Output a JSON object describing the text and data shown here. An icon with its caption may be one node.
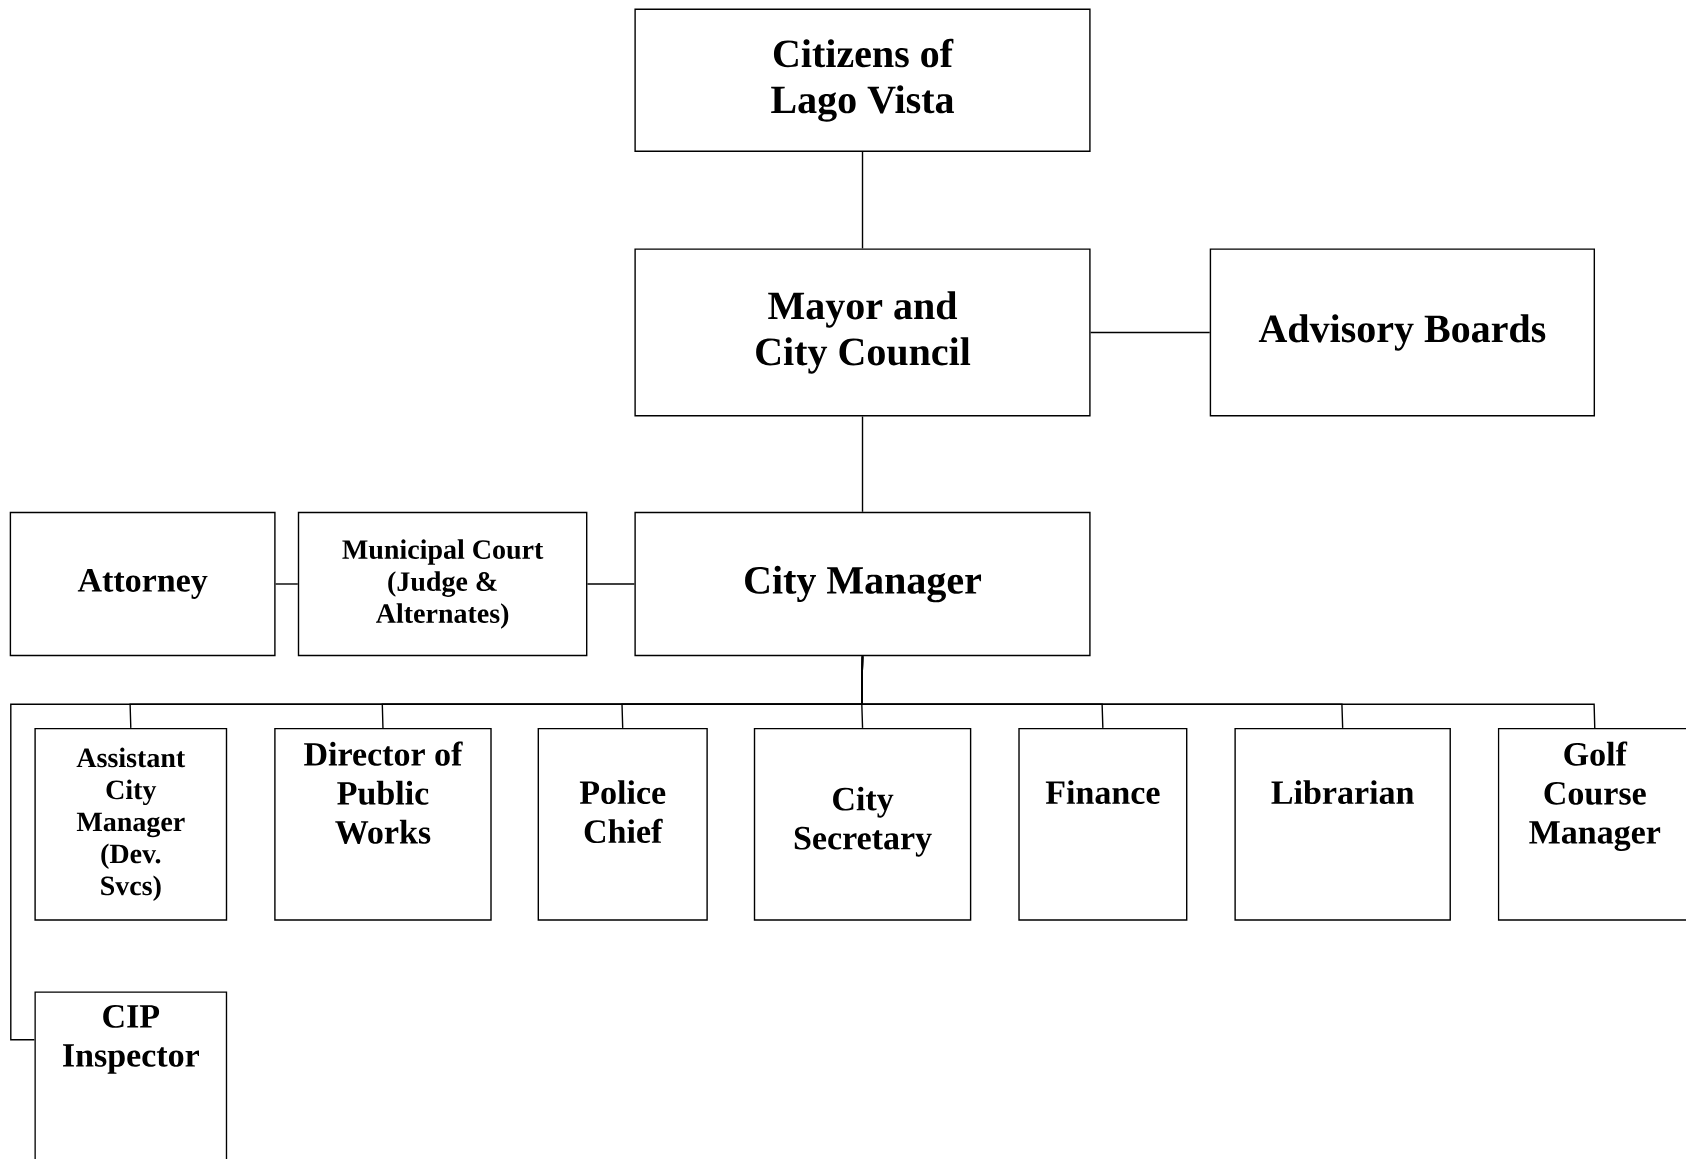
{
  "diagram": {
    "nodes": [
      {
        "text": [
          "Citizens of Lago Vista"
        ]
      },
      {
        "text": [
          "Mayor and City Council"
        ]
      },
      {
        "text": [
          "Advisory Boards"
        ]
      },
      {
        "text": [
          "Attorney"
        ]
      },
      {
        "text": [
          "Municipal Court (Judge & Alternates)"
        ]
      },
      {
        "text": [
          "City Manager"
        ]
      },
      {
        "text": [
          "Assistant City Manager (Dev. Svcs)"
        ]
      },
      {
        "text": [
          "Director of Public Works"
        ]
      },
      {
        "text": [
          "Police Chief"
        ]
      },
      {
        "text": [
          "City Secretary"
        ]
      },
      {
        "text": [
          "Finance"
        ]
      },
      {
        "text": [
          "Librarian"
        ]
      },
      {
        "text": [
          "Golf Course Manager"
        ]
      },
      {
        "text": [
          "CIP Inspector"
        ]
      }
    ],
    "edges": [
      {
        "from": 0,
        "to": 1,
        "arrow": "none"
      },
      {
        "from": 1,
        "to": 2,
        "arrow": "none"
      },
      {
        "from": 1,
        "to": 5,
        "arrow": "none"
      },
      {
        "from": 3,
        "to": 4,
        "arrow": "none"
      },
      {
        "from": 4,
        "to": 5,
        "arrow": "none"
      },
      {
        "from": 5,
        "to": 6,
        "arrow": "none"
      },
      {
        "from": 5,
        "to": 7,
        "arrow": "none"
      },
      {
        "from": 5,
        "to": 8,
        "arrow": "none"
      },
      {
        "from": 5,
        "to": 9,
        "arrow": "none"
      },
      {
        "from": 5,
        "to": 10,
        "arrow": "none"
      },
      {
        "from": 5,
        "to": 11,
        "arrow": "none"
      },
      {
        "from": 5,
        "to": 12,
        "arrow": "none"
      },
      {
        "from": 5,
        "to": 13,
        "arrow": "none"
      }
    ]
  }
}
